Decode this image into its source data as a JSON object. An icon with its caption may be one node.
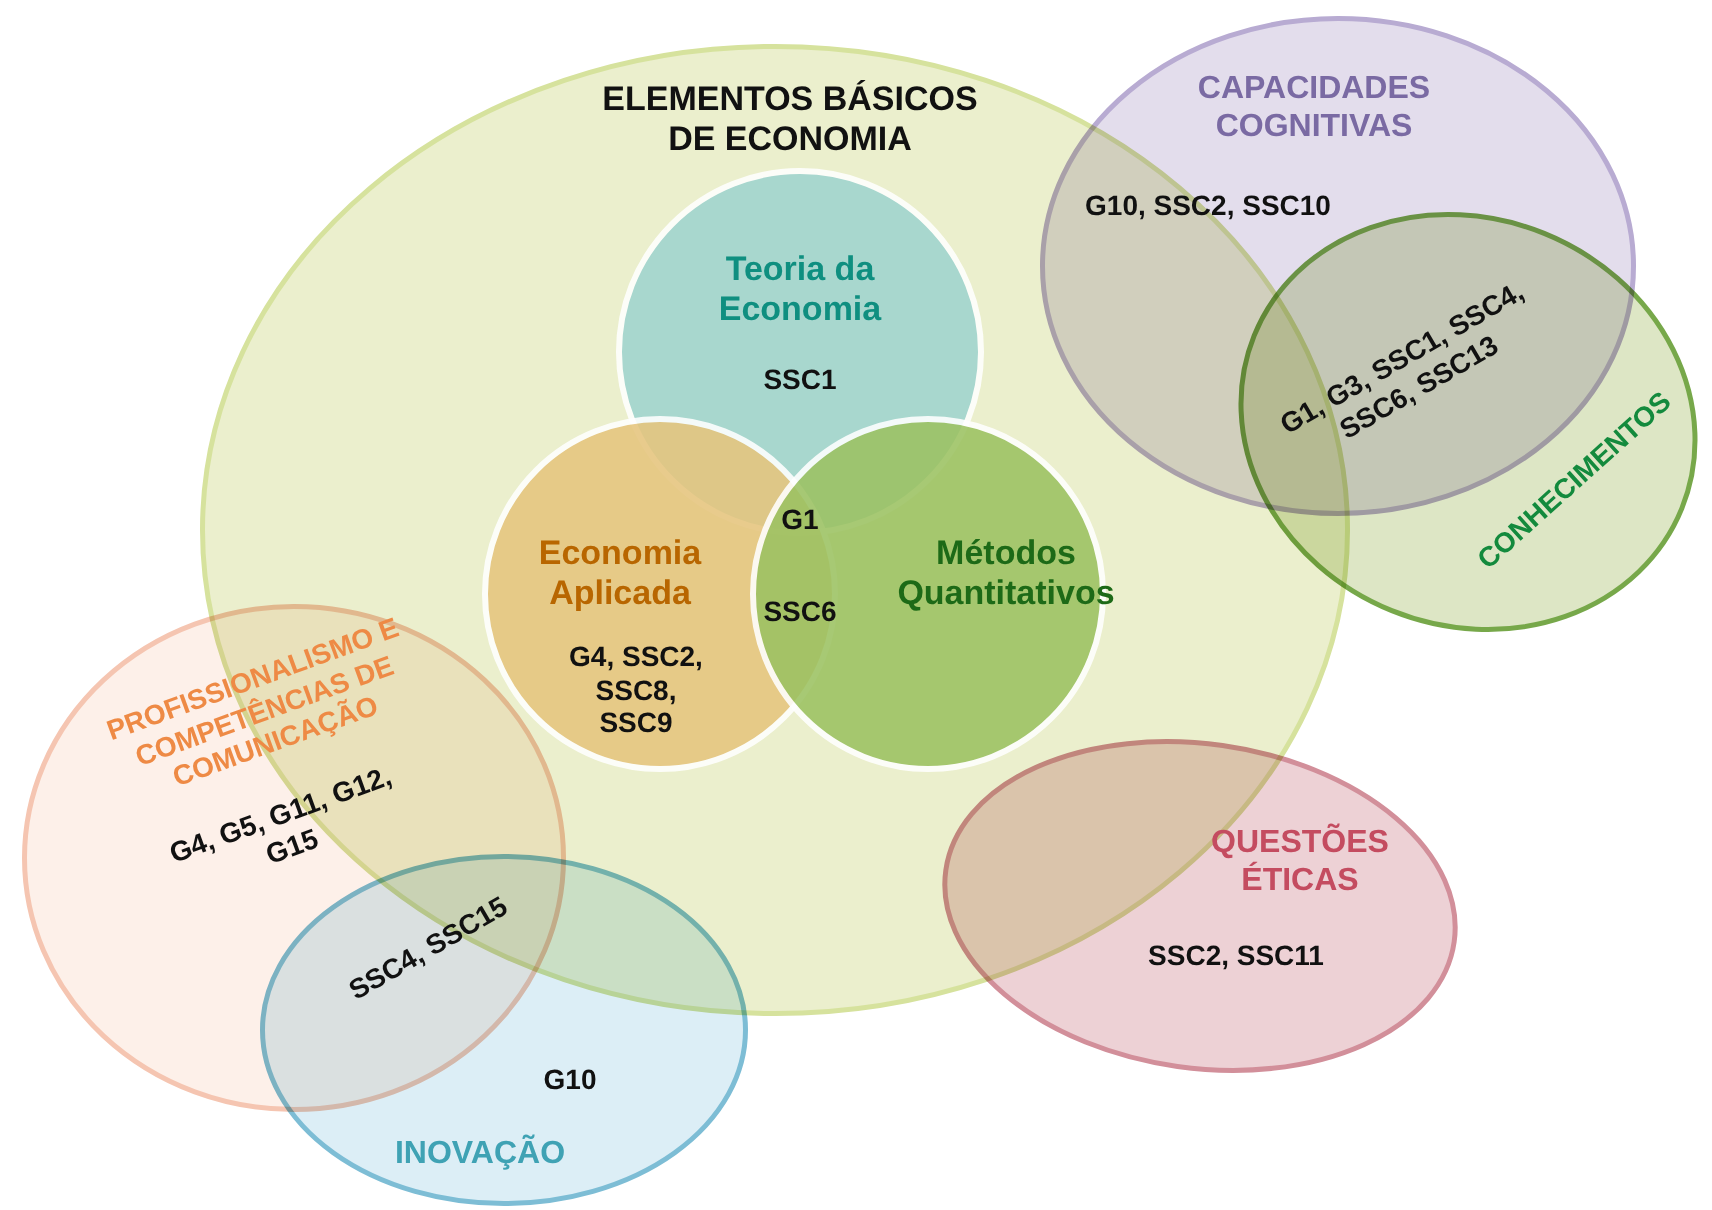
{
  "diagram": {
    "nodes": [
      {
        "text": [
          "ELEMENTOS BÁSICOS DE ECONOMIA"
        ]
      },
      {
        "text": [
          "Teoria da Economia",
          "SSC1"
        ],
        "in": 0
      },
      {
        "text": [
          "Economia Aplicada",
          "G4, SSC2, SSC8, SSC9"
        ],
        "in": 0
      },
      {
        "text": [
          "Métodos Quantitativos"
        ],
        "in": 0
      },
      {
        "text": [
          "CAPACIDADES COGNITIVAS",
          "G10, SSC2, SSC10"
        ]
      },
      {
        "text": [
          "CONHECIMENTOS"
        ]
      },
      {
        "text": [
          "PROFISSIONALISMO E COMPETÊNCIAS DE COMUNICAÇÃO",
          "G4, G5, G11, G12, G15"
        ]
      },
      {
        "text": [
          "G10",
          "INOVAÇÃO"
        ]
      },
      {
        "text": [
          "QUESTÕES ÉTICAS",
          "SSC2, SSC11"
        ]
      }
    ],
    "labels": [
      "G1",
      "SSC6",
      "G1, G3, SSC1, SSC4, SSC6, SSC13",
      "SSC4, SSC15"
    ]
  }
}
